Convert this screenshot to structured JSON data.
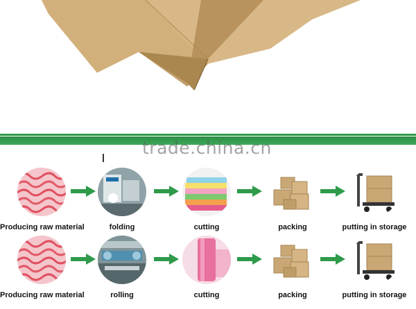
{
  "watermark": "trade.china.cn",
  "colors": {
    "band": "#2e9a4a",
    "arrow": "#2e9a4a",
    "cardboard": "#c9a876"
  },
  "rows": [
    {
      "steps": [
        {
          "label": "Producing raw material",
          "icon": "raw-material-swirl-icon"
        },
        {
          "label": "folding",
          "icon": "folding-machine-icon"
        },
        {
          "label": "cutting",
          "icon": "stacked-cloths-icon"
        },
        {
          "label": "packing",
          "icon": "cardboard-boxes-icon"
        },
        {
          "label": "putting in storage",
          "icon": "pallet-jack-boxes-icon"
        }
      ]
    },
    {
      "steps": [
        {
          "label": "Producing raw material",
          "icon": "raw-material-swirl-icon"
        },
        {
          "label": "rolling",
          "icon": "rolling-machine-icon"
        },
        {
          "label": "cutting",
          "icon": "pink-roll-icon"
        },
        {
          "label": "packing",
          "icon": "cardboard-boxes-icon"
        },
        {
          "label": "putting in storage",
          "icon": "pallet-jack-boxes-icon"
        }
      ]
    }
  ]
}
